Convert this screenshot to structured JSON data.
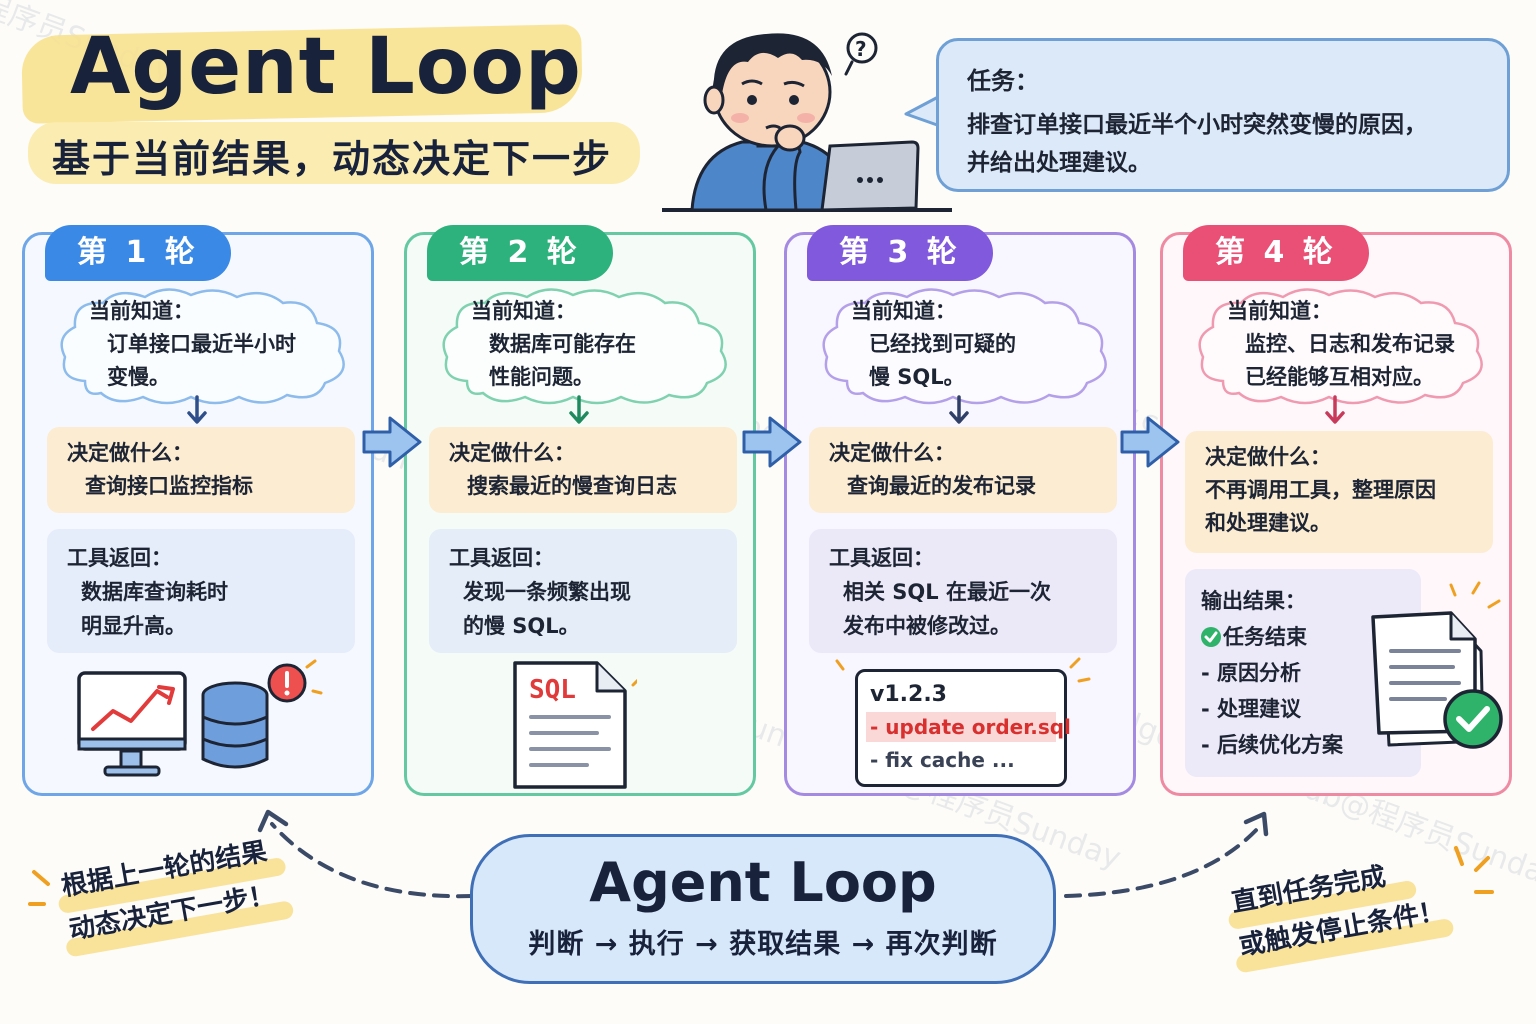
{
  "header": {
    "title": "Agent Loop",
    "subtitle": "基于当前结果，动态决定下一步"
  },
  "task": {
    "label": "任务：",
    "lines": [
      "排查订单接口最近半个小时突然变慢的原因，",
      "并给出处理建议。"
    ]
  },
  "rounds": [
    {
      "badge": "第 1 轮",
      "know_label": "当前知道：",
      "know_lines": [
        "订单接口最近半小时",
        "变慢。"
      ],
      "decide_label": "决定做什么：",
      "decide_lines": [
        "查询接口监控指标"
      ],
      "tool_label": "工具返回：",
      "tool_lines": [
        "数据库查询耗时",
        "明显升高。"
      ]
    },
    {
      "badge": "第 2 轮",
      "know_label": "当前知道：",
      "know_lines": [
        "数据库可能存在",
        "性能问题。"
      ],
      "decide_label": "决定做什么：",
      "decide_lines": [
        "搜索最近的慢查询日志"
      ],
      "tool_label": "工具返回：",
      "tool_lines": [
        "发现一条频繁出现",
        "的慢 SQL。"
      ],
      "doc_label": "SQL"
    },
    {
      "badge": "第 3 轮",
      "know_label": "当前知道：",
      "know_lines": [
        "已经找到可疑的",
        "慢 SQL。"
      ],
      "decide_label": "决定做什么：",
      "decide_lines": [
        "查询最近的发布记录"
      ],
      "tool_label": "工具返回：",
      "tool_lines": [
        "相关 SQL 在最近一次",
        "发布中被修改过。"
      ],
      "release_card": {
        "version": "v1.2.3",
        "change_highlight": "- update order.sql",
        "change_other": "- fix cache ..."
      }
    },
    {
      "badge": "第 4 轮",
      "know_label": "当前知道：",
      "know_lines": [
        "监控、日志和发布记录",
        "已经能够互相对应。"
      ],
      "decide_label": "决定做什么：",
      "decide_lines": [
        "不再调用工具，整理原因",
        "和处理建议。"
      ],
      "output_label": "输出结果：",
      "output_items": [
        "任务结束",
        "- 原因分析",
        "- 处理建议",
        "- 后续优化方案"
      ]
    }
  ],
  "loop": {
    "title": "Agent Loop",
    "subtitle": "判断 → 执行 → 获取结果 → 再次判断"
  },
  "notes": {
    "left": [
      "根据上一轮的结果",
      "动态决定下一步！"
    ],
    "right": [
      "直到任务完成",
      "或触发停止条件！"
    ]
  },
  "watermarks": [
    "程序员Sunday",
    "lgdsunday.club@程序员Sunday",
    "lgdsunday.club@程序员Sunday",
    "lgdsunday.club@程序员Sunday",
    "lgdsunday.club@程序员Sunday",
    "lgdsunday.club@程序员Sunday"
  ],
  "colors": {
    "round1": "#3a89e6",
    "round2": "#2eb27d",
    "round3": "#8159dd",
    "round4": "#ea4f76",
    "decide_bg": "#fbecd2",
    "loop_bg": "#d7e8fa"
  }
}
